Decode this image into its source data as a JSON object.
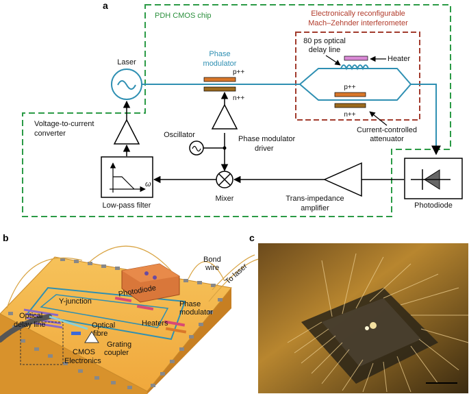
{
  "panel_a": {
    "letter": "a",
    "chip_label": "PDH CMOS chip",
    "mzi_label_line1": "Electronically reconfigurable",
    "mzi_label_line2": "Mach–Zehnder interferometer",
    "laser": "Laser",
    "phase_mod_line1": "Phase",
    "phase_mod_line2": "modulator",
    "p_pp": "p++",
    "n_pp": "n++",
    "delay_line1": "80 ps optical",
    "delay_line2": "delay line",
    "heater": "Heater",
    "mzi_p": "p++",
    "mzi_n": "n++",
    "cca_line1": "Current-controlled",
    "cca_line2": "attenuator",
    "v2c_line1": "Voltage-to-current",
    "v2c_line2": "converter",
    "oscillator": "Oscillator",
    "pmd_line1": "Phase modulator",
    "pmd_line2": "driver",
    "lpf": "Low-pass filter",
    "omega": "ω",
    "mixer": "Mixer",
    "tia_line1": "Trans-impedance",
    "tia_line2": "amplifier",
    "photodiode": "Photodiode"
  },
  "panel_b": {
    "letter": "b",
    "bond_wire_line1": "Bond",
    "bond_wire_line2": "wire",
    "to_laser": "To laser",
    "photodiode": "Photodiode",
    "y_junction": "Y-junction",
    "optical_delay_line1": "Optical",
    "optical_delay_line2": "delay line",
    "phase_mod_line1": "Phase",
    "phase_mod_line2": "modulator",
    "heaters": "Heaters",
    "optical_fibre_line1": "Optical",
    "optical_fibre_line2": "fibre",
    "grating_line1": "Grating",
    "grating_line2": "coupler",
    "cmos_line1": "CMOS",
    "cmos_line2": "Electronics"
  },
  "panel_c": {
    "letter": "c"
  },
  "colors": {
    "chip_border": "#2a9a45",
    "mzi_border": "#a13a2c",
    "waveguide": "#2e8fb2",
    "p_electrode": "#d9772a",
    "n_electrode": "#9c6a1e",
    "heater": "#d98ad6",
    "chip_body": "#f2b449"
  }
}
